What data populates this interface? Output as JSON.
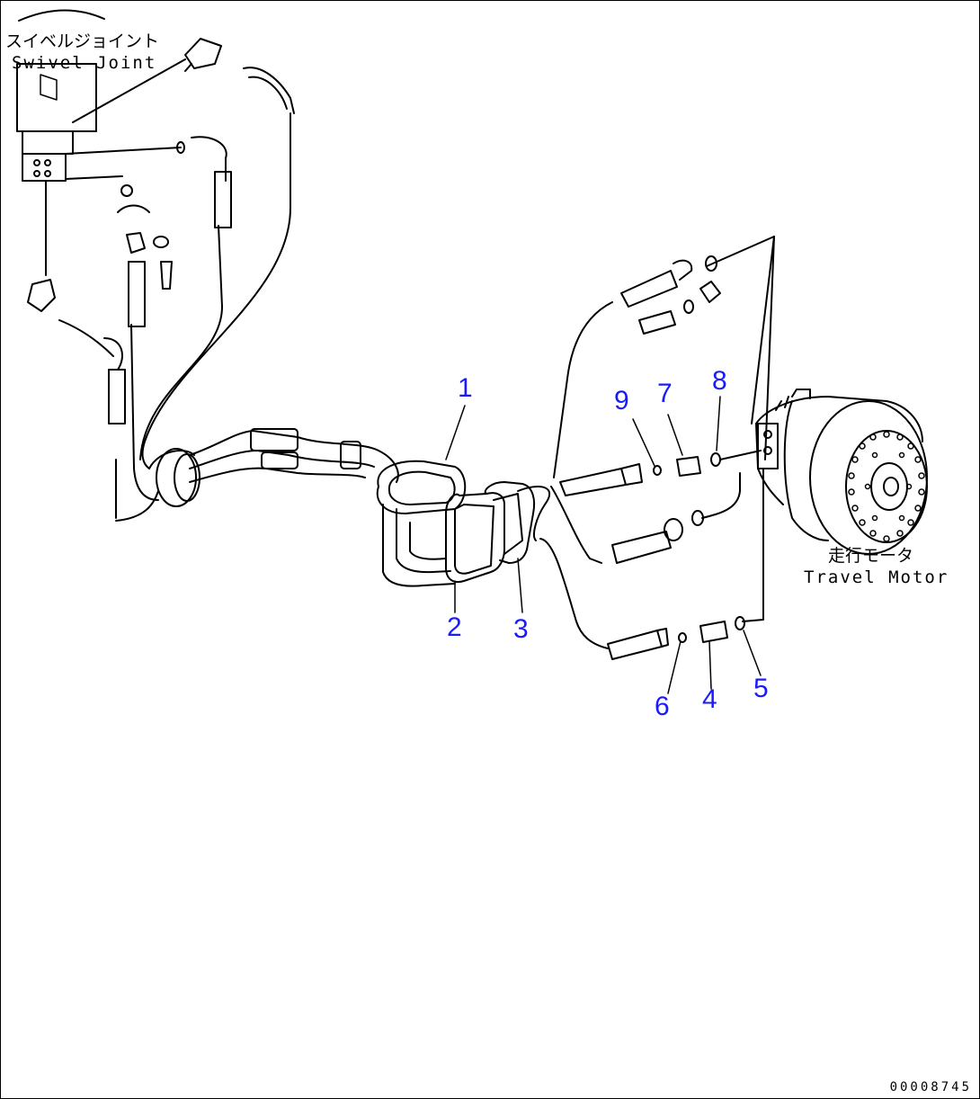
{
  "labels": {
    "swivel_joint_jp": "スイベルジョイント",
    "swivel_joint_en": "Swivel Joint",
    "travel_motor_jp": "走行モータ",
    "travel_motor_en": "Travel Motor"
  },
  "callouts": [
    "1",
    "2",
    "3",
    "4",
    "5",
    "6",
    "7",
    "8",
    "9"
  ],
  "drawing_number": "00008745",
  "colors": {
    "line": "#000000",
    "callout": "#1a1aff",
    "background": "#ffffff"
  }
}
